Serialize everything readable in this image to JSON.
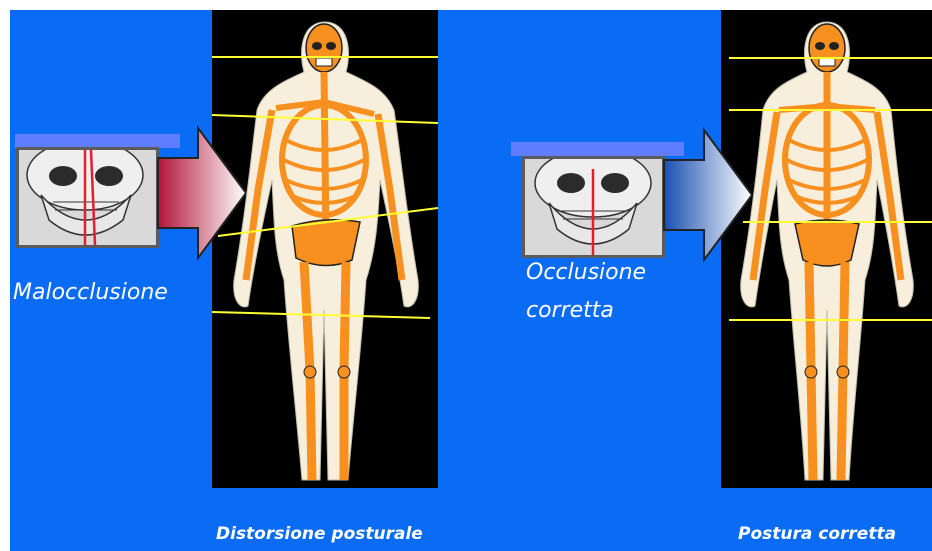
{
  "left_panel": {
    "label": "Malocclusione",
    "caption": "Distorsione posturale"
  },
  "right_panel": {
    "label_line1": "Occlusione",
    "label_line2": "corretta",
    "caption": "Postura corretta"
  },
  "colors": {
    "background_blue": "#0a6cf5",
    "bone_orange": "#f7901e",
    "flesh": "#f8eedc",
    "reference_line": "#ffff33",
    "midline_red": "#e0202c"
  }
}
